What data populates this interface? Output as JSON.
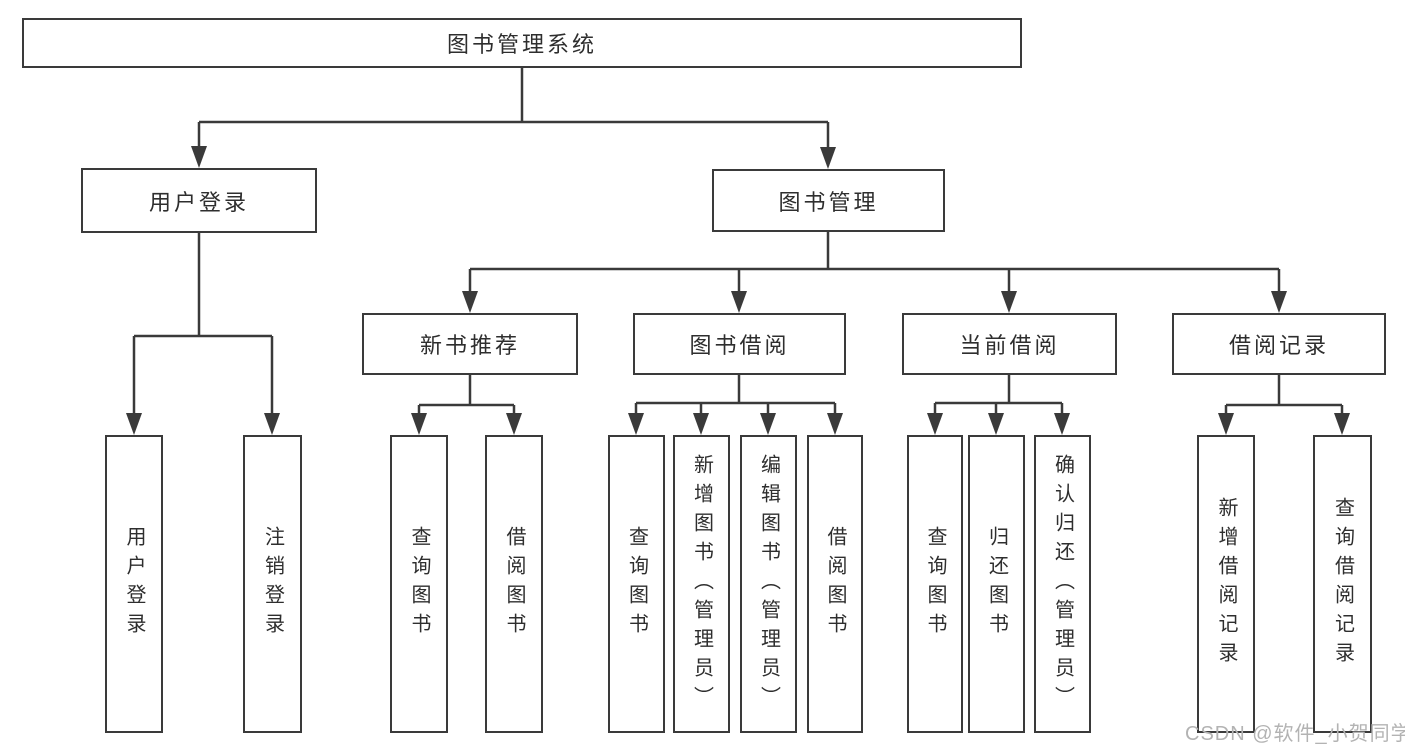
{
  "diagram": {
    "root": {
      "label": "图书管理系统"
    },
    "branches": [
      {
        "label": "用户登录",
        "children": [
          {
            "label": "用户登录"
          },
          {
            "label": "注销登录"
          }
        ]
      },
      {
        "label": "图书管理",
        "children": [
          {
            "label": "新书推荐",
            "children": [
              {
                "label": "查询图书"
              },
              {
                "label": "借阅图书"
              }
            ]
          },
          {
            "label": "图书借阅",
            "children": [
              {
                "label": "查询图书"
              },
              {
                "label": "新增图书（管理员）"
              },
              {
                "label": "编辑图书（管理员）"
              },
              {
                "label": "借阅图书"
              }
            ]
          },
          {
            "label": "当前借阅",
            "children": [
              {
                "label": "查询图书"
              },
              {
                "label": "归还图书"
              },
              {
                "label": "确认归还（管理员）"
              }
            ]
          },
          {
            "label": "借阅记录",
            "children": [
              {
                "label": "新增借阅记录"
              },
              {
                "label": "查询借阅记录"
              }
            ]
          }
        ]
      }
    ],
    "watermark": "CSDN @软件_小贺同学",
    "colors": {
      "line": "#3a3a3a",
      "text": "#2e2e2e",
      "watermark": "#b3b3b3"
    }
  }
}
